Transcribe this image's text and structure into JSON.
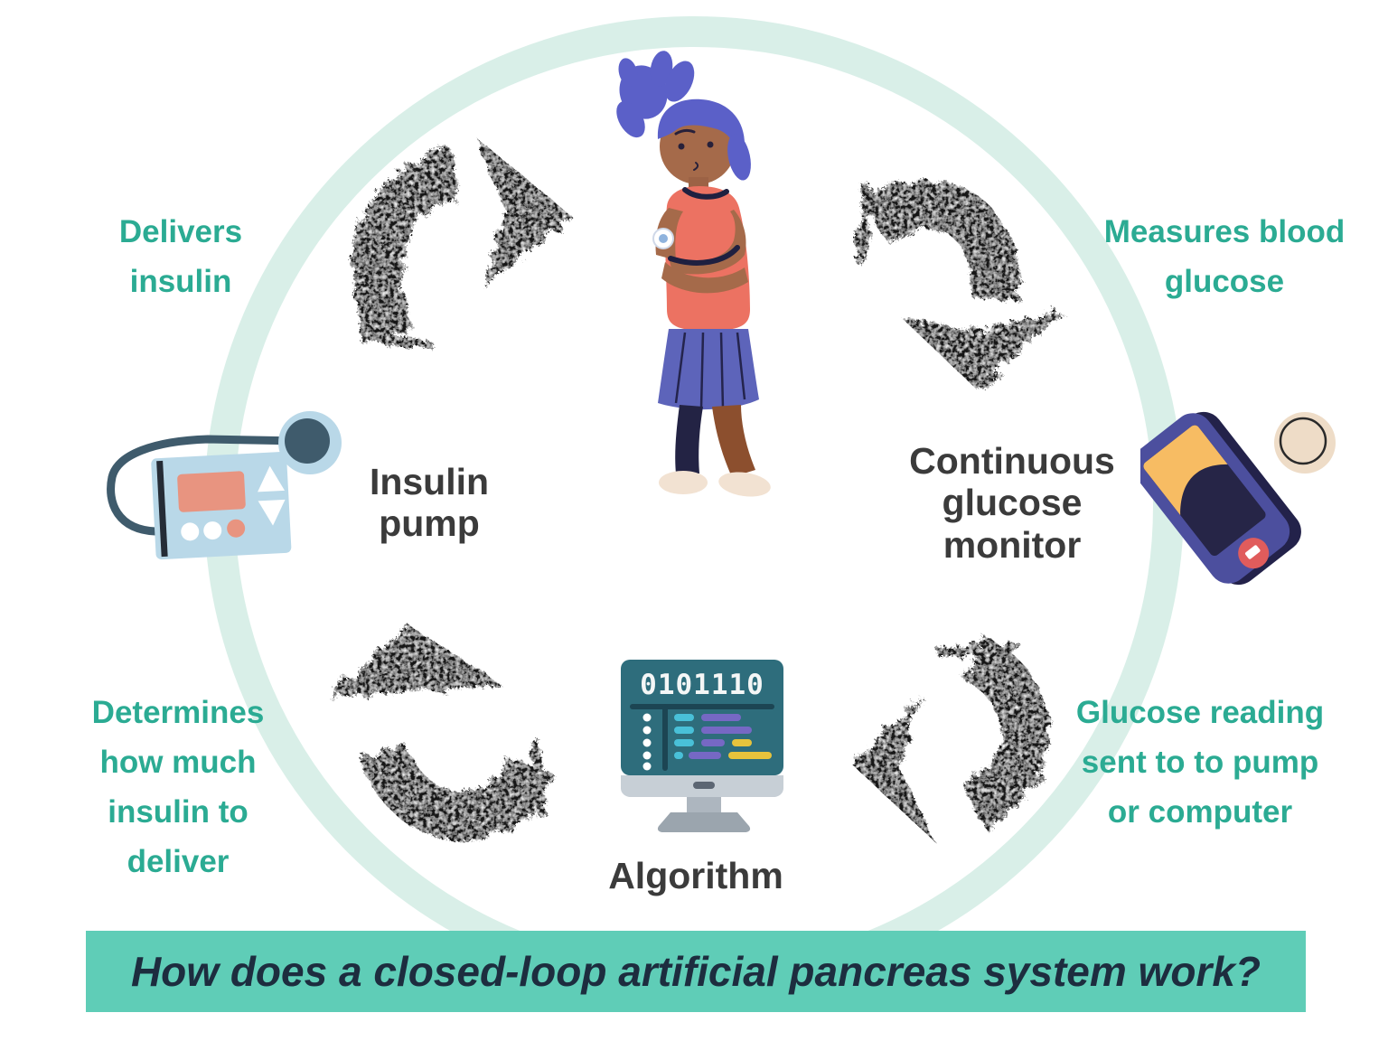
{
  "title": "How does a closed-loop artificial pancreas system work?",
  "captions": {
    "delivers_insulin": "Delivers\ninsulin",
    "measures_blood_glucose": "Measures blood\nglucose",
    "glucose_reading": "Glucose reading\nsent to to pump\nor computer",
    "determines_insulin": "Determines\nhow much\ninsulin to\ndeliver"
  },
  "node_labels": {
    "insulin_pump": "Insulin\npump",
    "continuous_glucose_monitor": "Continuous\nglucose\nmonitor",
    "algorithm": "Algorithm"
  },
  "computer_screen_text": "0101110",
  "colors": {
    "caption_teal": "#2bab93",
    "node_label": "#3b3b3b",
    "banner_bg": "#5fcdb7",
    "banner_text": "#1d2d3f",
    "ring": "#d9efe8",
    "arrow": "#161616"
  }
}
